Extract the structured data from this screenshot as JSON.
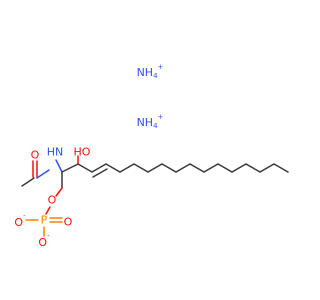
{
  "molecule": {
    "ions": [
      {
        "label": "NH",
        "sub": "4",
        "charge": "+"
      },
      {
        "label": "NH",
        "sub": "4",
        "charge": "+"
      }
    ],
    "atoms": {
      "amide_N": "HN",
      "amide_O": "O",
      "hydroxyl": "HO",
      "ester_O": "O",
      "phosphorus": "P",
      "phos_O_neg_left": "O",
      "phos_O_neg_left_charge": "-",
      "phos_O_double": "O",
      "phos_O_neg_bottom": "O",
      "phos_O_neg_bottom_charge": "-"
    },
    "colors": {
      "carbon": "#3a3a3a",
      "oxygen": "#ff0d0d",
      "nitrogen": "#3050f8",
      "phosphorus": "#ff8000"
    }
  }
}
